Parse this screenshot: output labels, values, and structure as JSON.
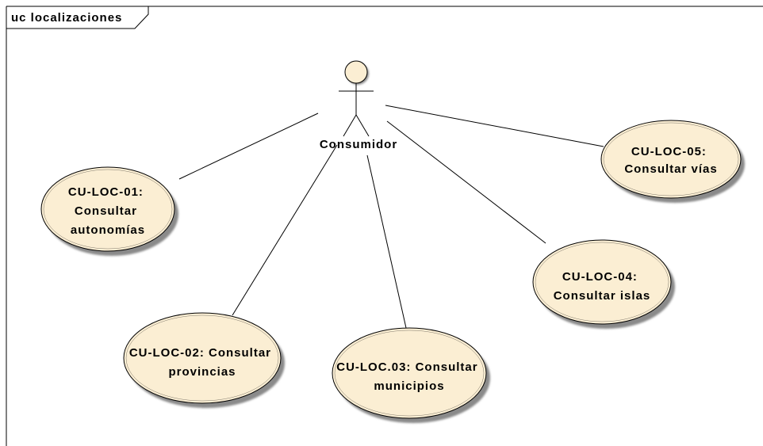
{
  "diagram": {
    "type": "uml-use-case",
    "frame_title": "uc localizaciones",
    "colors": {
      "usecase_fill": "#fbeed3",
      "actor_head_fill": "#fbeed3",
      "shadow": "#8a8a8a",
      "line": "#000000"
    },
    "actor": {
      "name": "Consumidor"
    },
    "use_cases": [
      {
        "id": "uc1",
        "lines": [
          "CU-LOC-01:",
          "Consultar",
          "autonomías"
        ]
      },
      {
        "id": "uc2",
        "lines": [
          "CU-LOC-02: Consultar",
          "provincias"
        ]
      },
      {
        "id": "uc3",
        "lines": [
          "CU-LOC.03: Consultar",
          "municipios"
        ]
      },
      {
        "id": "uc4",
        "lines": [
          "CU-LOC-04:",
          "Consultar islas"
        ]
      },
      {
        "id": "uc5",
        "lines": [
          "CU-LOC-05:",
          "Consultar vías"
        ]
      }
    ]
  }
}
